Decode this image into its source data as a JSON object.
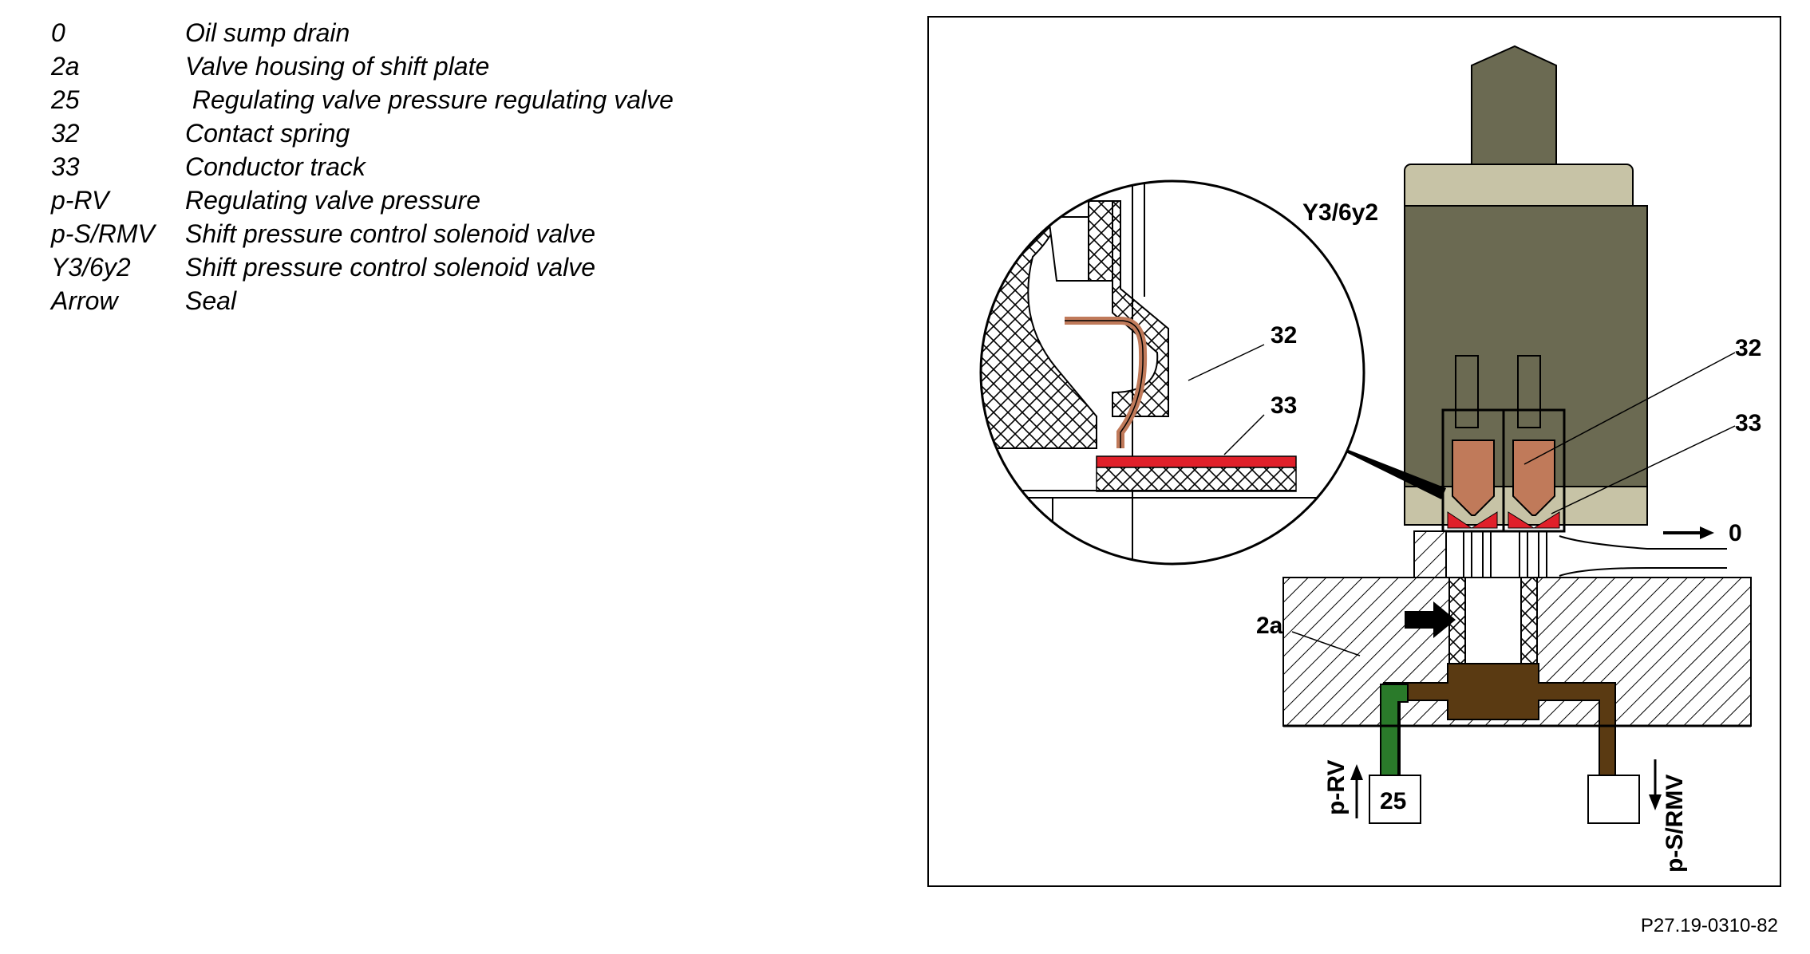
{
  "legend": [
    {
      "code": "0",
      "desc": "Oil sump drain"
    },
    {
      "code": "2a",
      "desc": "Valve housing of shift plate"
    },
    {
      "code": "25",
      "desc": " Regulating valve pressure regulating valve"
    },
    {
      "code": "32",
      "desc": "Contact spring"
    },
    {
      "code": "33",
      "desc": "Conductor track"
    },
    {
      "code": "p-RV",
      "desc": "Regulating valve pressure"
    },
    {
      "code": "p-S/RMV",
      "desc": "Shift pressure control solenoid valve"
    },
    {
      "code": "Y3/6y2",
      "desc": "Shift pressure control solenoid valve"
    },
    {
      "code": "Arrow",
      "desc": "Seal"
    }
  ],
  "diagram": {
    "label_y3": "Y3/6y2",
    "label_32_detail": "32",
    "label_33_detail": "33",
    "label_32": "32",
    "label_33": "33",
    "label_0": "0",
    "label_2a": "2a",
    "label_25": "25",
    "label_prv": "p-RV",
    "label_psrmv": "p-S/RMV"
  },
  "figure_ref": "P27.19-0310-82",
  "colors": {
    "solenoid_body": "#6b6a52",
    "solenoid_cap": "#c7c3a6",
    "contact": "#c07a5a",
    "conductor": "#e0202a",
    "oil_channel": "#5a3a12",
    "prv_channel": "#2a7a2a"
  }
}
